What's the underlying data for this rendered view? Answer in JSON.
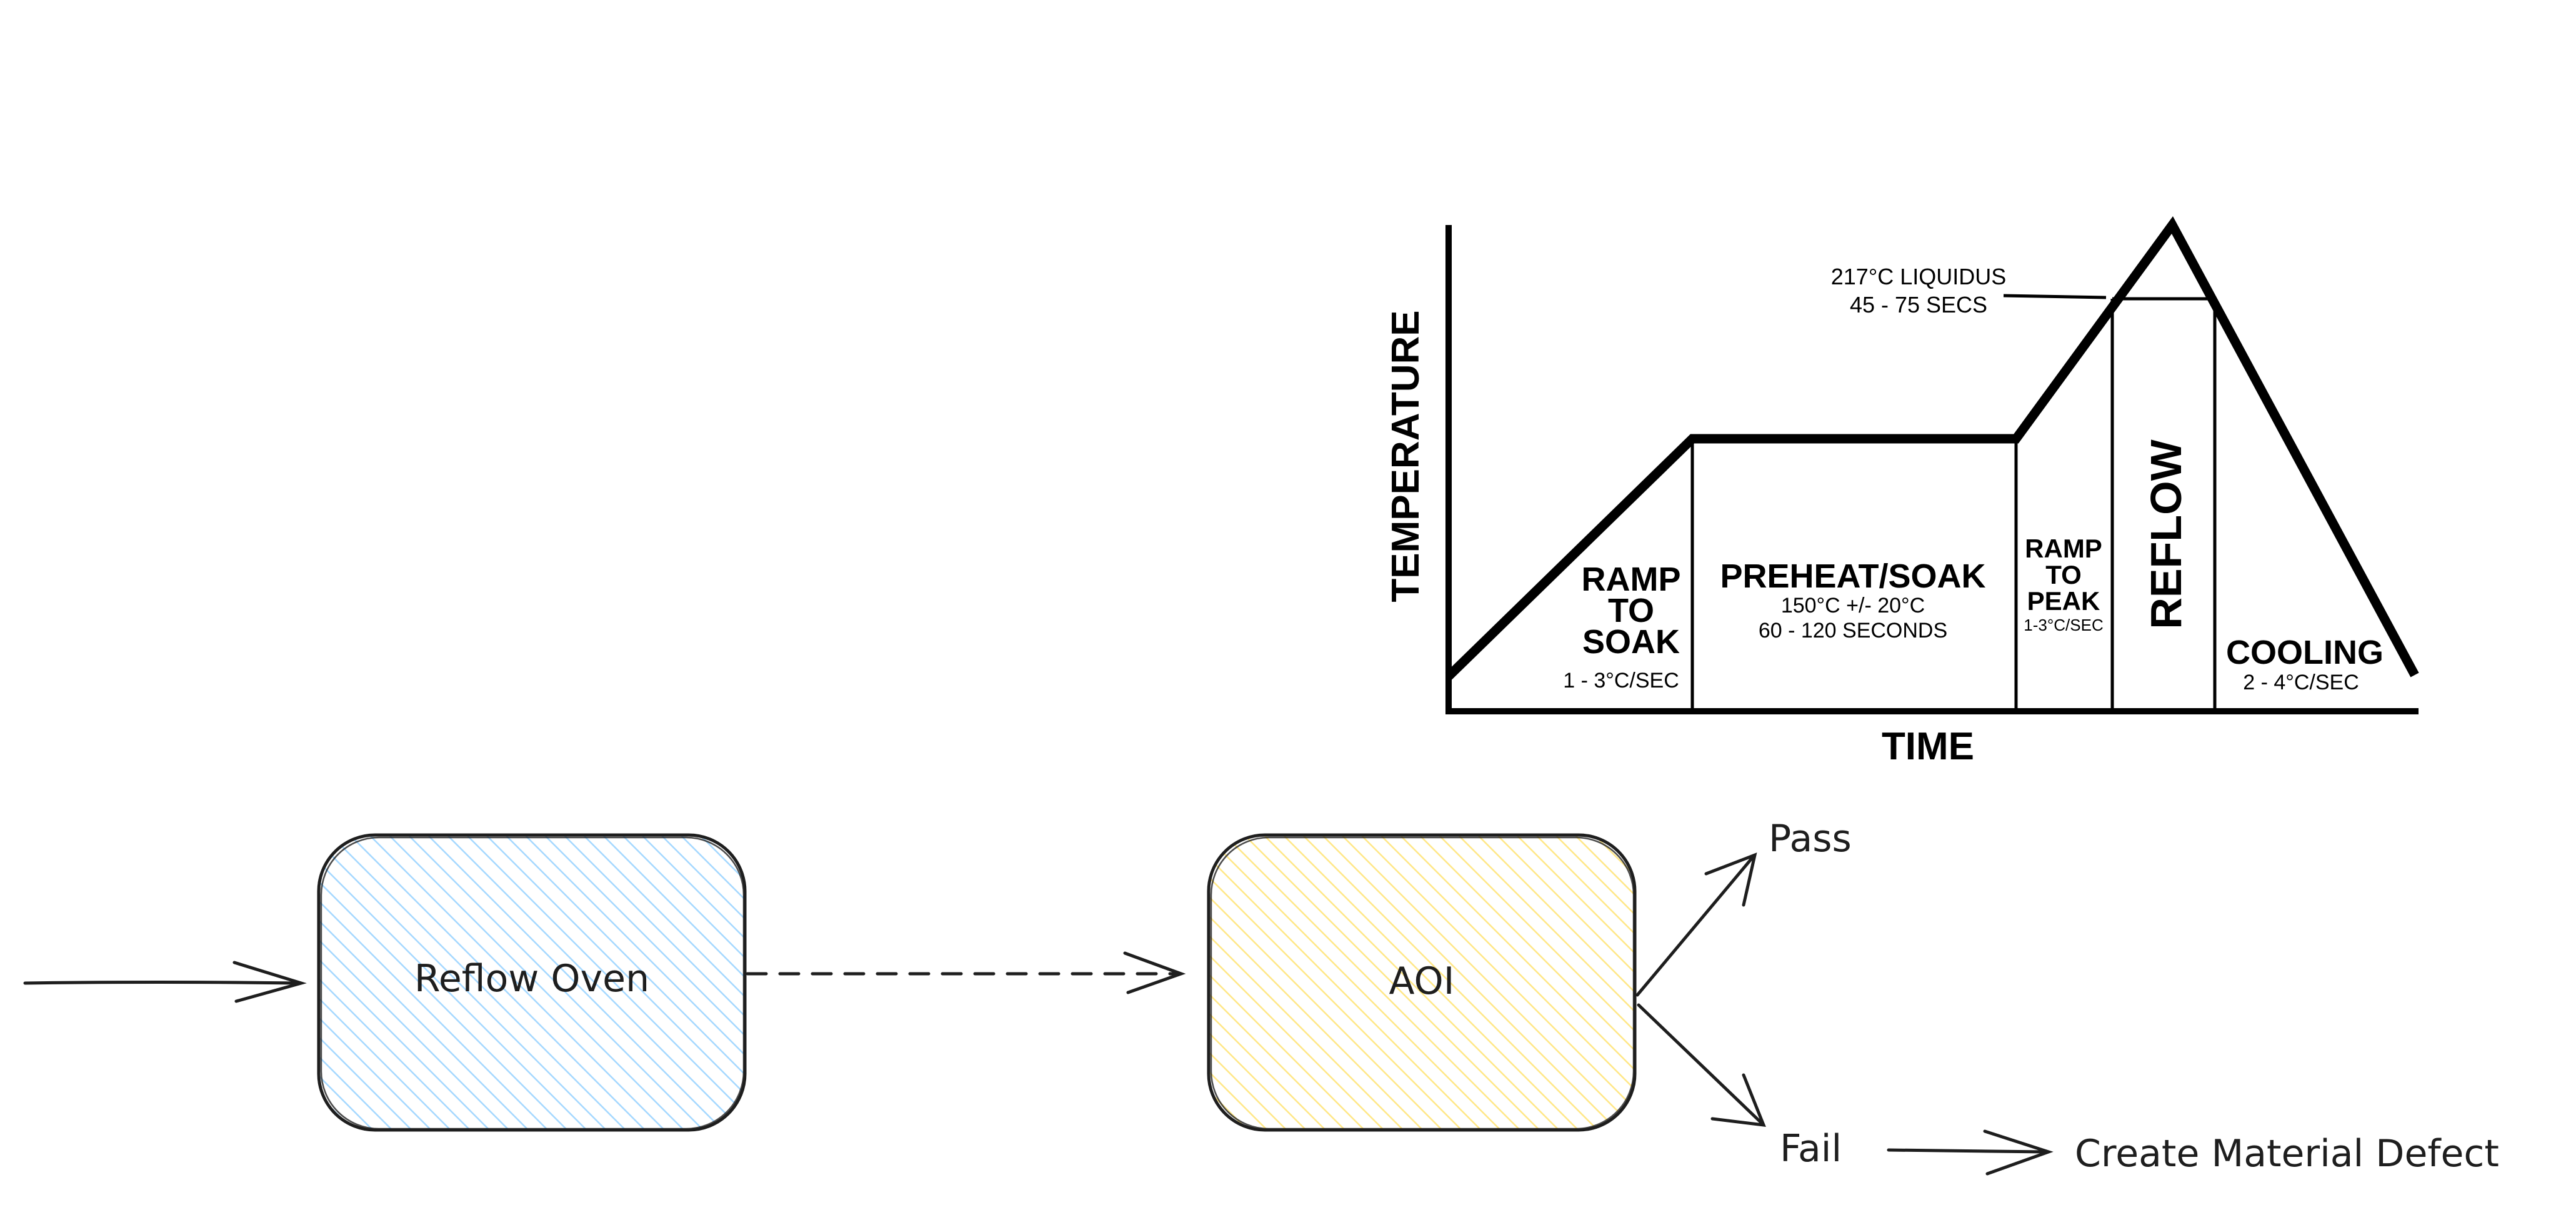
{
  "colors": {
    "ink": "#1e1e1e",
    "reflow_fill": "#a5d8ff",
    "aoi_fill": "#ffec99",
    "profile_ink": "#000000"
  },
  "flow": {
    "reflow_oven": "Reflow Oven",
    "aoi": "AOI",
    "pass": "Pass",
    "fail": "Fail",
    "defect": "Create Material Defect"
  },
  "profile": {
    "y_axis": "TEMPERATURE",
    "x_axis": "TIME",
    "liquidus_line1": "217°C LIQUIDUS",
    "liquidus_line2": "45 - 75 SECS",
    "zones": {
      "ramp_to_soak": {
        "l1": "RAMP",
        "l2": "TO",
        "l3": "SOAK",
        "rate": "1 - 3°C/SEC"
      },
      "preheat": {
        "title": "PREHEAT/SOAK",
        "l2": "150°C +/- 20°C",
        "l3": "60 - 120 SECONDS"
      },
      "ramp_to_peak": {
        "l1": "RAMP",
        "l2": "TO",
        "l3": "PEAK",
        "rate": "1-3°C/SEC"
      },
      "reflow": {
        "title": "REFLOW"
      },
      "cooling": {
        "title": "COOLING",
        "rate": "2 - 4°C/SEC"
      }
    }
  }
}
